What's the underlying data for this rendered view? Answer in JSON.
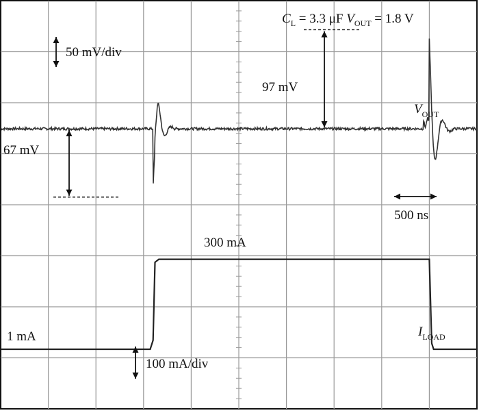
{
  "chart_data": {
    "type": "line",
    "title": {
      "c_sym": "C",
      "c_sub": "L",
      "c_value": " = 3.3 μF ",
      "v_sym": "V",
      "v_sub": "OUT",
      "v_value": " = 1.8 V"
    },
    "grid": true,
    "divisions": {
      "x": 10,
      "y": 8
    },
    "time_scale": "500 ns",
    "vout_scale": "50 mV/div",
    "iload_scale": "100 mA/div",
    "series": [
      {
        "label_sym": "V",
        "label_sub": "OUT",
        "baseline_mV": 0,
        "undershoot_at_load_step_mV": -67,
        "overshoot_at_load_release_mV": 97
      },
      {
        "label_sym": "I",
        "label_sub": "LOAD",
        "levels_mA": [
          1,
          300,
          1
        ],
        "step_up_time_ns": 1600,
        "step_down_time_ns": 4500
      }
    ],
    "annotations": {
      "undershoot": "67 mV",
      "overshoot": "97 mV",
      "low_current": "1 mA",
      "high_current": "300 mA"
    }
  }
}
